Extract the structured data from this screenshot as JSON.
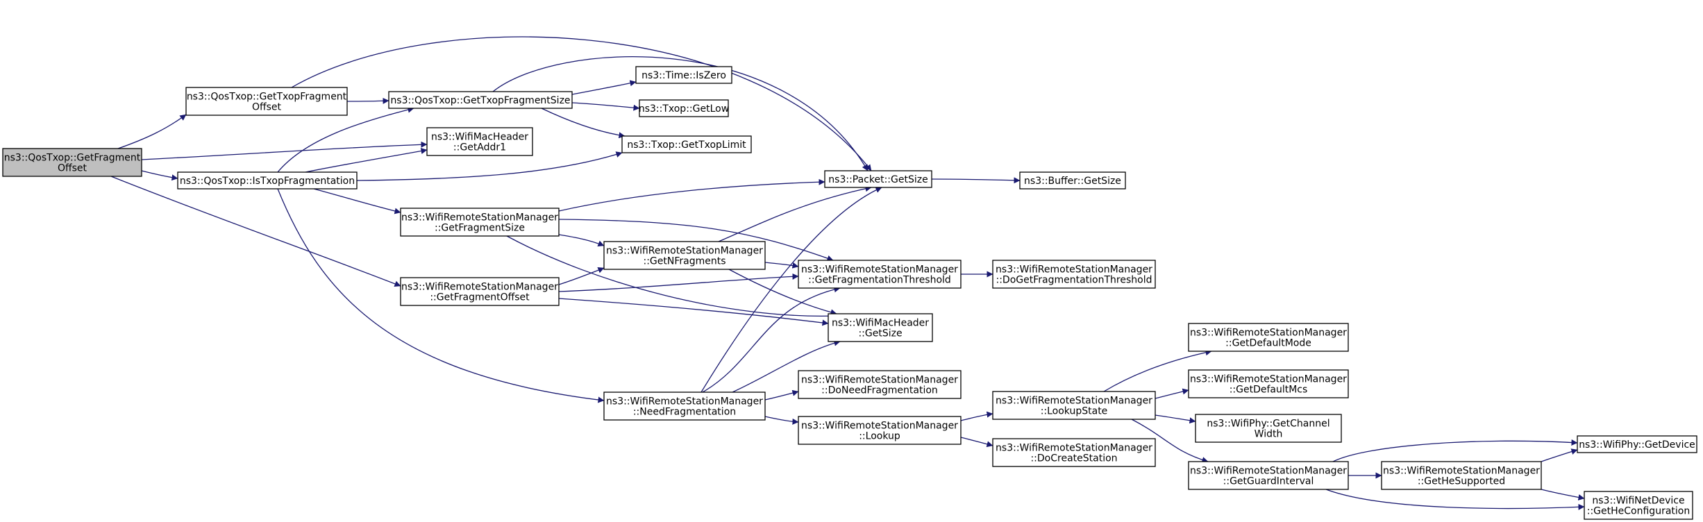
{
  "diagram": {
    "colors": {
      "edge": "#191970",
      "node_fill": "#ffffff",
      "root_fill": "#bfbfbf",
      "border": "#000000"
    },
    "nodes": [
      {
        "id": "n0",
        "lines": [
          "ns3::QosTxop::GetFragment",
          "Offset"
        ],
        "root": true
      },
      {
        "id": "n1",
        "lines": [
          "ns3::QosTxop::GetTxopFragment",
          "Offset"
        ]
      },
      {
        "id": "n2",
        "lines": [
          "ns3::QosTxop::GetTxopFragmentSize"
        ]
      },
      {
        "id": "n3",
        "lines": [
          "ns3::Time::IsZero"
        ]
      },
      {
        "id": "n4",
        "lines": [
          "ns3::Txop::GetLow"
        ]
      },
      {
        "id": "n5",
        "lines": [
          "ns3::WifiMacHeader",
          "::GetAddr1"
        ]
      },
      {
        "id": "n6",
        "lines": [
          "ns3::Txop::GetTxopLimit"
        ]
      },
      {
        "id": "n7",
        "lines": [
          "ns3::QosTxop::IsTxopFragmentation"
        ]
      },
      {
        "id": "n8",
        "lines": [
          "ns3::Packet::GetSize"
        ]
      },
      {
        "id": "n9",
        "lines": [
          "ns3::Buffer::GetSize"
        ]
      },
      {
        "id": "n10",
        "lines": [
          "ns3::WifiRemoteStationManager",
          "::GetFragmentSize"
        ]
      },
      {
        "id": "n11",
        "lines": [
          "ns3::WifiRemoteStationManager",
          "::GetNFragments"
        ]
      },
      {
        "id": "n12",
        "lines": [
          "ns3::WifiRemoteStationManager",
          "::GetFragmentationThreshold"
        ]
      },
      {
        "id": "n13",
        "lines": [
          "ns3::WifiRemoteStationManager",
          "::DoGetFragmentationThreshold"
        ]
      },
      {
        "id": "n14",
        "lines": [
          "ns3::WifiRemoteStationManager",
          "::GetFragmentOffset"
        ]
      },
      {
        "id": "n15",
        "lines": [
          "ns3::WifiMacHeader",
          "::GetSize"
        ]
      },
      {
        "id": "n16",
        "lines": [
          "ns3::WifiRemoteStationManager",
          "::NeedFragmentation"
        ]
      },
      {
        "id": "n17",
        "lines": [
          "ns3::WifiRemoteStationManager",
          "::DoNeedFragmentation"
        ]
      },
      {
        "id": "n18",
        "lines": [
          "ns3::WifiRemoteStationManager",
          "::Lookup"
        ]
      },
      {
        "id": "n19",
        "lines": [
          "ns3::WifiRemoteStationManager",
          "::LookupState"
        ]
      },
      {
        "id": "n20",
        "lines": [
          "ns3::WifiRemoteStationManager",
          "::DoCreateStation"
        ]
      },
      {
        "id": "n21",
        "lines": [
          "ns3::WifiRemoteStationManager",
          "::GetDefaultMode"
        ]
      },
      {
        "id": "n22",
        "lines": [
          "ns3::WifiRemoteStationManager",
          "::GetDefaultMcs"
        ]
      },
      {
        "id": "n23",
        "lines": [
          "ns3::WifiPhy::GetChannel",
          "Width"
        ]
      },
      {
        "id": "n24",
        "lines": [
          "ns3::WifiRemoteStationManager",
          "::GetGuardInterval"
        ]
      },
      {
        "id": "n25",
        "lines": [
          "ns3::WifiRemoteStationManager",
          "::GetHeSupported"
        ]
      },
      {
        "id": "n26",
        "lines": [
          "ns3::WifiPhy::GetDevice"
        ]
      },
      {
        "id": "n27",
        "lines": [
          "ns3::WifiNetDevice",
          "::GetHeConfiguration"
        ]
      }
    ],
    "edges": [
      [
        "n0",
        "n1"
      ],
      [
        "n0",
        "n5"
      ],
      [
        "n0",
        "n7"
      ],
      [
        "n0",
        "n14"
      ],
      [
        "n1",
        "n2"
      ],
      [
        "n1",
        "n8"
      ],
      [
        "n2",
        "n3"
      ],
      [
        "n2",
        "n4"
      ],
      [
        "n2",
        "n6"
      ],
      [
        "n2",
        "n8"
      ],
      [
        "n7",
        "n2"
      ],
      [
        "n7",
        "n5"
      ],
      [
        "n7",
        "n6"
      ],
      [
        "n7",
        "n10"
      ],
      [
        "n7",
        "n16"
      ],
      [
        "n8",
        "n9"
      ],
      [
        "n10",
        "n8"
      ],
      [
        "n10",
        "n11"
      ],
      [
        "n10",
        "n12"
      ],
      [
        "n10",
        "n15"
      ],
      [
        "n11",
        "n8"
      ],
      [
        "n11",
        "n12"
      ],
      [
        "n11",
        "n15"
      ],
      [
        "n12",
        "n13"
      ],
      [
        "n14",
        "n11"
      ],
      [
        "n14",
        "n12"
      ],
      [
        "n14",
        "n15"
      ],
      [
        "n16",
        "n8"
      ],
      [
        "n16",
        "n12"
      ],
      [
        "n16",
        "n15"
      ],
      [
        "n16",
        "n17"
      ],
      [
        "n16",
        "n18"
      ],
      [
        "n18",
        "n19"
      ],
      [
        "n18",
        "n20"
      ],
      [
        "n19",
        "n21"
      ],
      [
        "n19",
        "n22"
      ],
      [
        "n19",
        "n23"
      ],
      [
        "n19",
        "n24"
      ],
      [
        "n24",
        "n25"
      ],
      [
        "n24",
        "n26"
      ],
      [
        "n24",
        "n27"
      ],
      [
        "n25",
        "n26"
      ],
      [
        "n25",
        "n27"
      ]
    ]
  }
}
